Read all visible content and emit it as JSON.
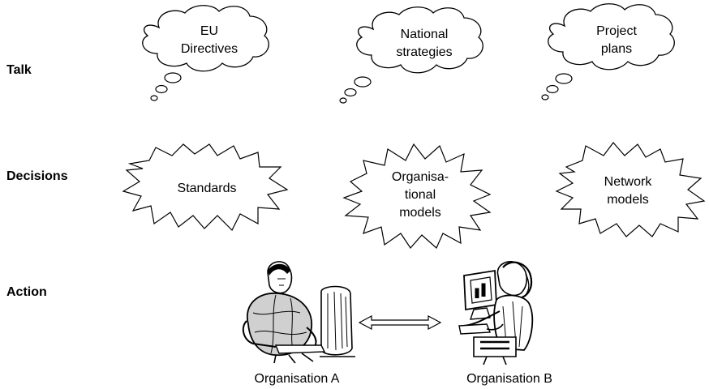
{
  "rows": {
    "talk": "Talk",
    "decisions": "Decisions",
    "action": "Action"
  },
  "clouds": [
    {
      "line1": "EU",
      "line2": "Directives"
    },
    {
      "line1": "National",
      "line2": "strategies"
    },
    {
      "line1": "Project",
      "line2": "plans"
    }
  ],
  "bursts": [
    {
      "line1": "Standards"
    },
    {
      "line1": "Organisa-",
      "line2": "tional",
      "line3": "models"
    },
    {
      "line1": "Network",
      "line2": "models"
    }
  ],
  "organisations": {
    "a": "Organisation A",
    "b": "Organisation B"
  },
  "icons": {
    "person_a": "person-at-computer-icon",
    "person_b": "person-at-computer-icon",
    "link": "double-headed-arrow-icon"
  },
  "colors": {
    "line": "#000000",
    "fill": "#ffffff",
    "shade": "#d0d0d0"
  }
}
